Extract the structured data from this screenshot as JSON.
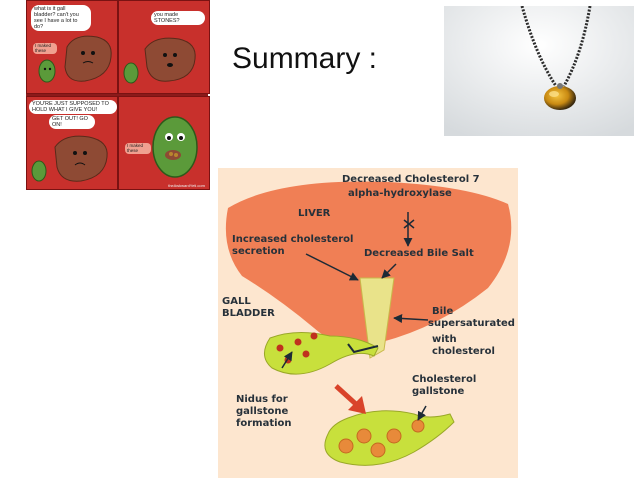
{
  "slide": {
    "title": "Summary :"
  },
  "comic": {
    "panel1_speech": "what is it gall bladder? can't you see I have a lot to do?",
    "panel1_tag": "I maked these",
    "panel2_speech": "you made STONES?",
    "panel3_speech": "YOU'RE JUST SUPPOSED TO HOLD WHAT I GIVE YOU!",
    "panel3_speech2": "GET OUT! GO ON!",
    "panel4_tag": "I maked these",
    "credit": "theAwkwardYeti.com"
  },
  "diagram": {
    "decreased_cholesterol_7": "Decreased Cholesterol 7",
    "alpha_hydroxylase": "alpha-hydroxylase",
    "liver": "LIVER",
    "increased_cholesterol": "Increased cholesterol",
    "secretion": "secretion",
    "decreased_bile_salt": "Decreased Bile Salt",
    "gall": "GALL",
    "bladder": "BLADDER",
    "bile": "Bile",
    "supersaturated": "supersaturated",
    "with": "with",
    "cholesterol": "cholesterol",
    "nidus_for": "Nidus for",
    "gallstone": "gallstone",
    "formation": "formation",
    "cholesterol_label": "Cholesterol",
    "gallstone_label": "gallstone"
  },
  "colors": {
    "liver": "#f07f55",
    "gallbladder": "#c8e03c",
    "stone": "#c0311e",
    "arrow": "#1d2a36",
    "big_arrow": "#d9432a"
  }
}
